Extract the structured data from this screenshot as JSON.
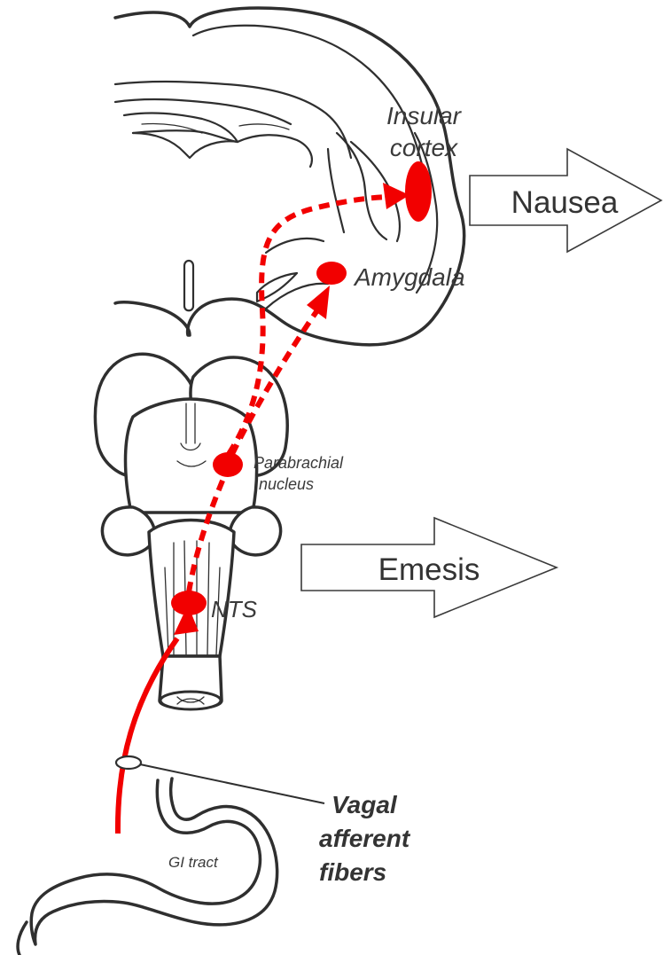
{
  "labels": {
    "insular_line1": "Insular",
    "insular_line2": "cortex",
    "amygdala": "Amygdala",
    "parabrachial_line1": "Parabrachial",
    "parabrachial_line2": "nucleus",
    "nts": "NTS",
    "gi_tract": "GI tract",
    "vagal_line1": "Vagal",
    "vagal_line2": "afferent",
    "vagal_line3": "fibers"
  },
  "outputs": {
    "nausea": "Nausea",
    "emesis": "Emesis"
  },
  "colors": {
    "pathway": "#f20000",
    "outline": "#2f2f2f",
    "text": "#3a3a3a"
  }
}
